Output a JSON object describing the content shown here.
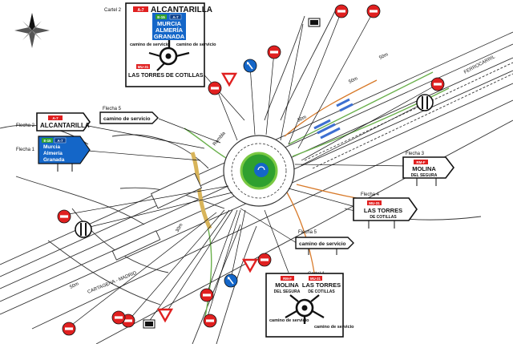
{
  "colors": {
    "sign_red": "#e02020",
    "sign_blue": "#1466c8",
    "road_green": "#6ab04c",
    "road_orange": "#d87a2a",
    "kerb_tan": "#d8b45a",
    "road_blue": "#3d6fd1",
    "island_green": "#2fa02f"
  },
  "icons": [
    "compass-rose-icon",
    "no-entry-icon",
    "yield-icon",
    "end-restriction-icon",
    "keep-left-icon",
    "roundabout-icon",
    "speed-limit-icon"
  ],
  "cartel2": {
    "label": "Cartel 2",
    "road_code": "A-7",
    "motorway_codes": [
      "E-15",
      "A-7"
    ],
    "top_destination": "ALCANTARILLA",
    "blue_lines": [
      "MURCIA",
      "ALMERÍA",
      "GRANADA"
    ],
    "left_label": "camino de servicio",
    "right_label": "camino de servicio",
    "bottom_code": "MU-31",
    "bottom_destination": "LAS TORRES DE COTILLAS"
  },
  "cartel1": {
    "label": "Cartel 1",
    "left_code": "RM-F",
    "right_code": "MU-31",
    "left_destination": "MOLINA",
    "left_sub": "DEL SEGURA",
    "right_destination": "LAS TORRES",
    "right_sub": "DE COTILLAS",
    "bottom_left": "camino de servicio",
    "bottom_right": "camino de servicio"
  },
  "arrows": {
    "flecha2": {
      "label": "Flecha 2",
      "code": "A-7",
      "text": "ALCANTARILLA"
    },
    "flecha1": {
      "label": "Flecha 1",
      "codes": [
        "E-15",
        "A-7"
      ],
      "lines": [
        "Murcia",
        "Almería",
        "Granada"
      ]
    },
    "flecha5_top": {
      "label": "Flecha 5",
      "text": "camino de servicio"
    },
    "flecha3": {
      "label": "Flecha 3",
      "code": "RM-F",
      "line1": "MOLINA",
      "line2": "DEL SEGURA"
    },
    "flecha4": {
      "label": "Flecha 4",
      "code": "MU-31",
      "line1": "LAS TORRES",
      "line2": "DE COTILLAS"
    },
    "flecha5_bottom": {
      "label": "Flecha 5",
      "text": "camino de servicio"
    }
  },
  "map_labels": {
    "railway": "FERROCARRIL",
    "rambla": "Rambla",
    "cartagena": "CARTAGENA - MADRID",
    "speed_marks": [
      "50m",
      "50m",
      "30m",
      "50m",
      "30m"
    ]
  }
}
